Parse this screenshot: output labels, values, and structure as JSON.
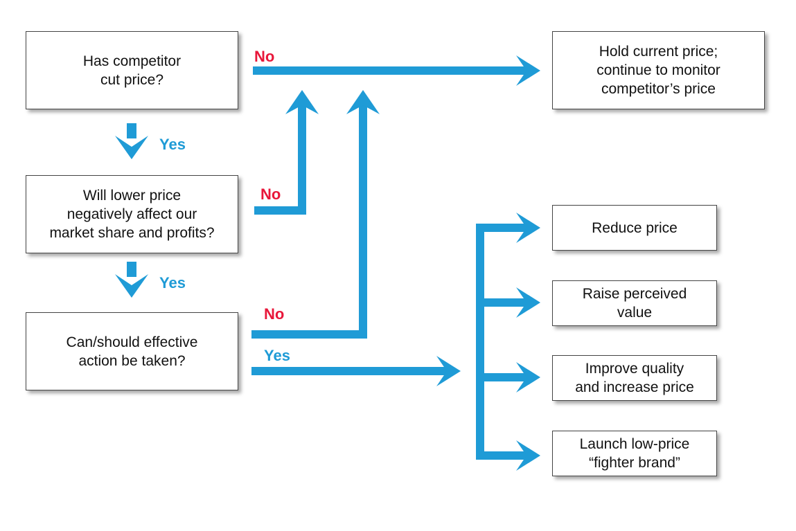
{
  "colors": {
    "arrow": "#1f9bd6",
    "no": "#e8173a",
    "yes": "#1f9bd6",
    "box_border": "#444444"
  },
  "decisions": {
    "competitor_cut": "Has competitor\ncut price?",
    "lower_price_effect": "Will lower price\nnegatively affect our\nmarket share and profits?",
    "effective_action": "Can/should effective\naction be taken?"
  },
  "outcomes": {
    "hold": "Hold current price;\ncontinue to monitor\ncompetitor’s price",
    "reduce_price": "Reduce price",
    "raise_value": "Raise perceived\nvalue",
    "improve_quality": "Improve quality\nand increase price",
    "fighter_brand": "Launch low-price\n“fighter brand”"
  },
  "labels": {
    "no": "No",
    "yes": "Yes"
  }
}
